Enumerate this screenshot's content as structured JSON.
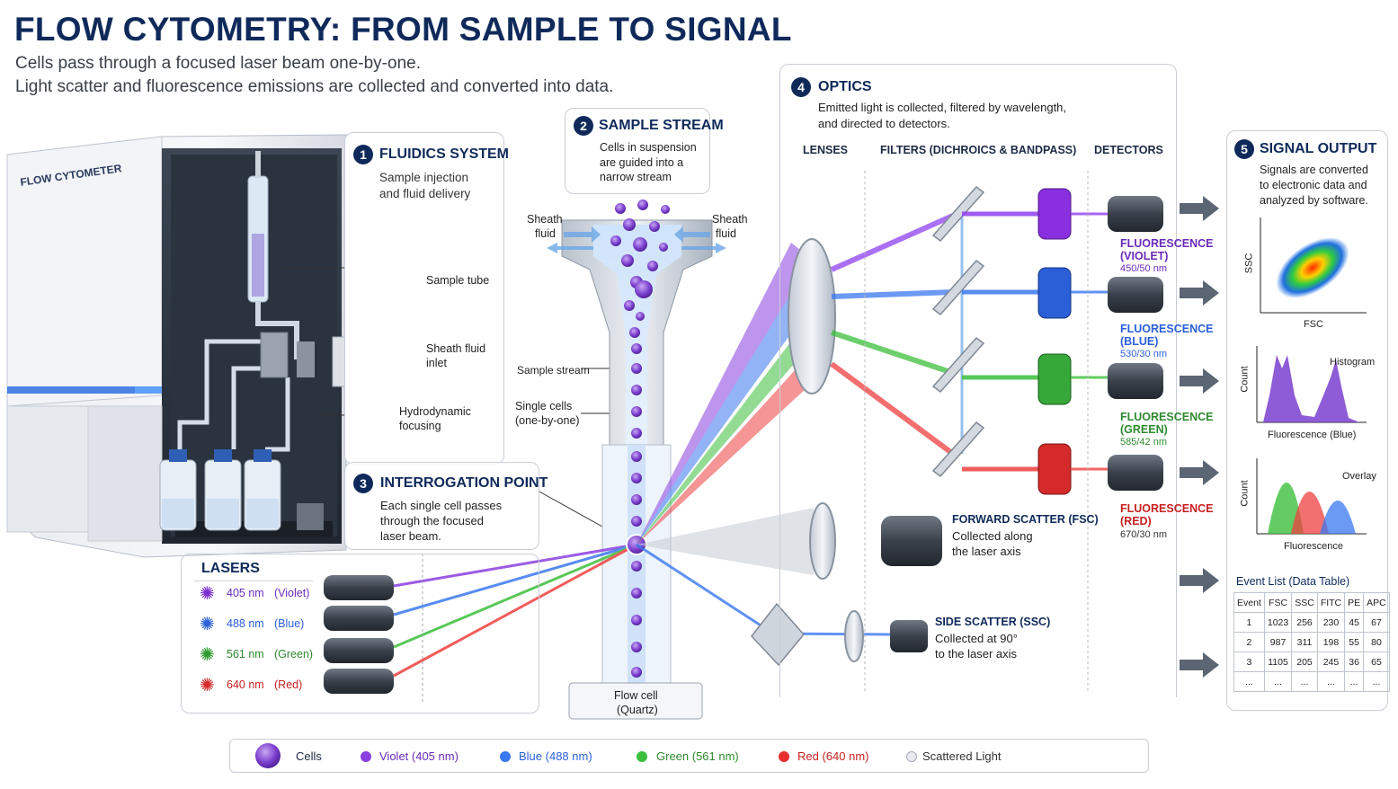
{
  "header": {
    "title": "FLOW CYTOMETRY:  FROM SAMPLE TO SIGNAL",
    "subtitle_1": "Cells pass through a focused laser beam one-by-one.",
    "subtitle_2": "Light scatter and fluorescence emissions are collected and converted into data."
  },
  "machine": {
    "label": "FLOW CYTOMETER"
  },
  "fluidics": {
    "number": "1",
    "title": "FLUIDICS SYSTEM",
    "desc_1": "Sample injection",
    "desc_2": "and fluid delivery",
    "sample_tube": "Sample tube",
    "sheath_inlet_1": "Sheath fluid",
    "sheath_inlet_2": "inlet",
    "hydro_1": "Hydrodynamic",
    "hydro_2": "focusing"
  },
  "sample_stream": {
    "number": "2",
    "title": "SAMPLE STREAM",
    "desc_1": "Cells in suspension",
    "desc_2": "are guided into a",
    "desc_3": "narrow stream",
    "sheath_left_1": "Sheath",
    "sheath_left_2": "fluid",
    "sheath_right_1": "Sheath",
    "sheath_right_2": "fluid",
    "stream_label": "Sample stream",
    "single_cells_1": "Single cells",
    "single_cells_2": "(one-by-one)",
    "flow_cell_1": "Flow cell",
    "flow_cell_2": "(Quartz)"
  },
  "interrogation": {
    "number": "3",
    "title": "INTERROGATION POINT",
    "desc_1": "Each single cell passes",
    "desc_2": "through the focused",
    "desc_3": "laser beam."
  },
  "lasers": {
    "title": "LASERS",
    "items": [
      {
        "wavelength": "405 nm",
        "name": "(Violet)",
        "color": "#7b2fd0"
      },
      {
        "wavelength": "488 nm",
        "name": "(Blue)",
        "color": "#2a5fd8"
      },
      {
        "wavelength": "561 nm",
        "name": "(Green)",
        "color": "#2e9a2e"
      },
      {
        "wavelength": "640 nm",
        "name": "(Red)",
        "color": "#d42a2a"
      }
    ]
  },
  "optics": {
    "number": "4",
    "title": "OPTICS",
    "desc_1": "Emitted light is collected, filtered by wavelength,",
    "desc_2": "and directed to detectors.",
    "col_lenses": "LENSES",
    "col_filters": "FILTERS (DICHROICS & BANDPASS)",
    "col_detectors": "DETECTORS",
    "fluor": [
      {
        "line1": "FLUORESCENCE",
        "line2": "(VIOLET)",
        "filter": "450/50 nm",
        "color": "#6a2bb8"
      },
      {
        "line1": "FLUORESCENCE",
        "line2": "(BLUE)",
        "filter": "530/30 nm",
        "color": "#2a5fd8"
      },
      {
        "line1": "FLUORESCENCE",
        "line2": "(GREEN)",
        "filter": "585/42 nm",
        "color": "#2e8a2e"
      },
      {
        "line1": "FLUORESCENCE",
        "line2": "(RED)",
        "filter": "670/30 nm",
        "color": "#c82020"
      }
    ],
    "fsc_title": "FORWARD SCATTER (FSC)",
    "fsc_desc_1": "Collected along",
    "fsc_desc_2": "the laser axis",
    "ssc_title": "SIDE SCATTER (SSC)",
    "ssc_desc_1": "Collected at 90°",
    "ssc_desc_2": "to the laser axis"
  },
  "signal": {
    "number": "5",
    "title": "SIGNAL OUTPUT",
    "desc_1": "Signals are converted",
    "desc_2": "to electronic data and",
    "desc_3": "analyzed by software.",
    "scatter_y": "SSC",
    "scatter_x": "FSC",
    "hist_title": "Histogram",
    "hist_y": "Count",
    "hist_x": "Fluorescence (Blue)",
    "overlay_title": "Overlay",
    "overlay_y": "Count",
    "overlay_x": "Fluorescence",
    "event_title": "Event List (Data Table)",
    "event_table": {
      "headers": [
        "Event",
        "FSC",
        "SSC",
        "FITC",
        "PE",
        "APC"
      ],
      "rows": [
        [
          "1",
          "1023",
          "256",
          "230",
          "45",
          "67"
        ],
        [
          "2",
          "987",
          "311",
          "198",
          "55",
          "80"
        ],
        [
          "3",
          "1105",
          "205",
          "245",
          "36",
          "65"
        ],
        [
          "...",
          "...",
          "...",
          "...",
          "...",
          "..."
        ]
      ]
    }
  },
  "legend": {
    "cells": "Cells",
    "violet": "Violet (405 nm)",
    "blue": "Blue (488 nm)",
    "green": "Green (561 nm)",
    "red": "Red (640 nm)",
    "scattered": "Scattered Light",
    "violet_color": "#7b2fd0",
    "blue_color": "#2a5fd8",
    "green_color": "#2e9a2e",
    "red_color": "#d42a2a"
  }
}
